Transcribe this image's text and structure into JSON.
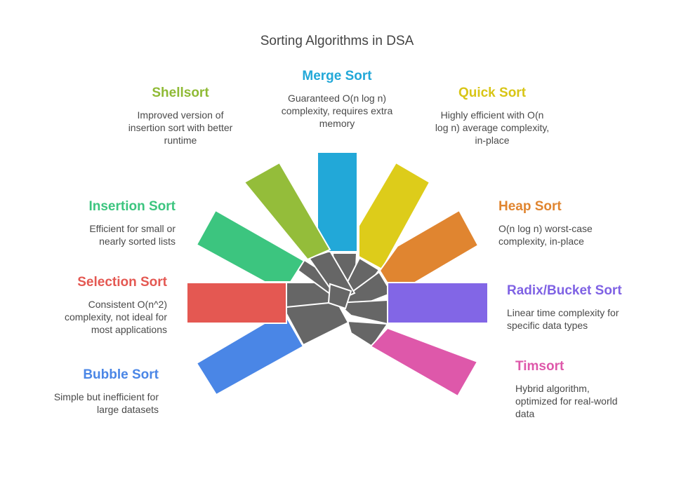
{
  "title": "Sorting Algorithms in DSA",
  "colors": {
    "merge": "#22a8d8",
    "quick": "#ddcc1a",
    "heap": "#e08530",
    "radix": "#8266e6",
    "tim": "#de58aa",
    "bubble": "#4a86e6",
    "selection": "#e45852",
    "insertion": "#3cc57f",
    "shell": "#94bd3a",
    "core": "#666666"
  },
  "algorithms": {
    "merge": {
      "name": "Merge Sort",
      "desc": [
        "Guaranteed O(n log n)",
        "complexity, requires extra",
        "memory"
      ]
    },
    "quick": {
      "name": "Quick Sort",
      "desc": [
        "Highly efficient with O(n",
        "log n) average complexity,",
        "in-place"
      ]
    },
    "shell": {
      "name": "Shellsort",
      "desc": [
        "Improved version of",
        "insertion sort with better",
        "runtime"
      ]
    },
    "insertion": {
      "name": "Insertion Sort",
      "desc": [
        "Efficient for small or",
        "nearly sorted lists"
      ]
    },
    "heap": {
      "name": "Heap Sort",
      "desc": [
        "O(n log n) worst-case",
        "complexity, in-place"
      ]
    },
    "selection": {
      "name": "Selection Sort",
      "desc": [
        "Consistent O(n^2)",
        "complexity, not ideal for",
        "most applications"
      ]
    },
    "radix": {
      "name": "Radix/Bucket Sort",
      "desc": [
        "Linear time complexity for",
        "specific data types"
      ]
    },
    "bubble": {
      "name": "Bubble Sort",
      "desc": [
        "Simple but inefficient for",
        "large datasets"
      ]
    },
    "tim": {
      "name": "Timsort",
      "desc": [
        "Hybrid algorithm,",
        "optimized for real-world",
        "data"
      ]
    }
  }
}
